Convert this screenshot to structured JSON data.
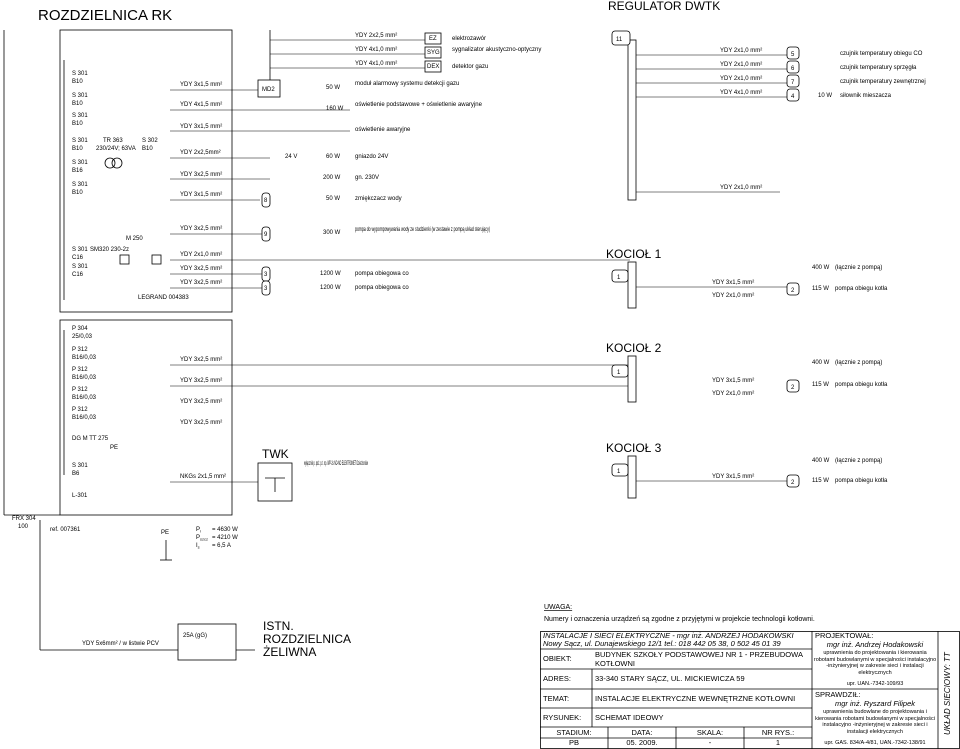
{
  "titles": {
    "main": "ROZDZIELNICA RK",
    "regulator": "REGULATOR DWTK",
    "kociol1": "KOCIOŁ 1",
    "kociol2": "KOCIOŁ 2",
    "kociol3": "KOCIOŁ 3",
    "twk": "TWK",
    "istn": "ISTN. ROZDZIELNICA ŻELIWNA"
  },
  "breakers_top": [
    {
      "name": "S 301",
      "rating": "B10"
    },
    {
      "name": "S 301",
      "rating": "B10"
    },
    {
      "name": "S 301",
      "rating": "B10"
    },
    {
      "name": "S 301",
      "rating": "B10"
    },
    {
      "name": "S 301",
      "rating": "B16"
    },
    {
      "name": "S 301",
      "rating": "B10"
    },
    {
      "name": "S 301",
      "rating": "C16"
    },
    {
      "name": "S 301",
      "rating": "C16"
    }
  ],
  "transformer": {
    "name": "TR 363",
    "rating": "230/24V; 63VA",
    "breaker": "S 302",
    "breaker_rating": "B10"
  },
  "relay": "M 250",
  "timer": "SM320 230-2z",
  "legrand": "LEGRAND 004383",
  "breakers_p": [
    {
      "name": "P 304",
      "rating": "25/0,03"
    },
    {
      "name": "P 312",
      "rating": "B16/0,03"
    },
    {
      "name": "P 312",
      "rating": "B16/0,03"
    },
    {
      "name": "P 312",
      "rating": "B16/0,03"
    },
    {
      "name": "P 312",
      "rating": "B16/0,03"
    }
  ],
  "dg": "DG M TT 275",
  "pe": "PE",
  "b6": {
    "name": "S 301",
    "rating": "B6"
  },
  "l301": "L-301",
  "frx": {
    "name": "FRX 304",
    "rating": "100"
  },
  "ref": "ref. 007361",
  "md2": "MD2",
  "cables_top": [
    "YDY 2x2,5 mm²",
    "YDY 4x1,0 mm²",
    "YDY 4x1,0 mm²"
  ],
  "det_box": [
    "EZ",
    "SYG",
    "DEX"
  ],
  "det_labels": [
    "elektrozawór",
    "sygnalizator akustyczno-optyczny",
    "detektor gazu"
  ],
  "circuits": [
    {
      "cable": "YDY 3x1,5 mm²",
      "power": "50 W",
      "desc": "moduł alarmowy systemu detekcji gazu"
    },
    {
      "cable": "YDY 4x1,5 mm²",
      "power": "160 W",
      "desc": "oświetlenie podstawowe + oświetlenie awaryjne"
    },
    {
      "cable": "YDY 3x1,5 mm²",
      "power": "",
      "desc": "oświetlenie awaryjne"
    },
    {
      "cable": "YDY 2x2,5mm²",
      "power": "60 W",
      "desc": "gniazdo 24V"
    },
    {
      "cable": "YDY 3x2,5 mm²",
      "power": "200 W",
      "desc": "gn. 230V"
    },
    {
      "cable": "YDY 3x1,5 mm²",
      "power": "50 W",
      "desc": "zmiękczacz wody"
    },
    {
      "cable": "YDY 3x2,5 mm²",
      "power": "300 W",
      "desc": "pompa do wypompowywania wody ze studzienki (w zestawie z pompą układ sterujący)"
    }
  ],
  "v24": "24 V",
  "pumps": [
    {
      "cable": "YDY 2x1,0 mm²",
      "power": "",
      "desc": ""
    },
    {
      "cable": "YDY 3x2,5 mm²",
      "power": "1200 W",
      "desc": "pompa obiegowa co"
    },
    {
      "cable": "YDY 3x2,5 mm²",
      "power": "1200 W",
      "desc": "pompa obiegowa co"
    }
  ],
  "k2_cables": [
    "YDY 3x2,5 mm²",
    "YDY 3x2,5 mm²",
    "YDY 3x2,5 mm²",
    "YDY 3x2,5 mm²"
  ],
  "nkgs": "NKGs 2x1,5 mm²",
  "switch_desc": "wyłącznik p. poż. p.t. np. WP-2s NO-NO ELEKTROMET Dzierżoniów",
  "power_summary": {
    "p_i": "= 4630 W",
    "p_szcz": "= 4210 W",
    "i_s": "= 6,5 A"
  },
  "power_labels": {
    "p_i": "P",
    "p_i_sub": "i",
    "p_szcz": "P",
    "p_szcz_sub": "szcz",
    "i_s": "I",
    "i_s_sub": "s"
  },
  "istn_cable": "YDY 5x6mm² / w listwie PCV",
  "fuse": "25A (gG)",
  "regulator_cables": [
    "YDY 2x1,0 mm²",
    "YDY 2x1,0 mm²",
    "YDY 2x1,0 mm²",
    "YDY 4x1,0 mm²",
    "YDY 2x1,0 mm²"
  ],
  "terminals": [
    "11",
    "5",
    "6",
    "7",
    "4"
  ],
  "sensors": [
    "czujnik temperatury obiegu CO",
    "czujnik temperatury sprzęgła",
    "czujnik temperatury zewnętrznej",
    "siłownik mieszacza"
  ],
  "sensor_power": "10 W",
  "kociol_rows": {
    "cable_a": "YDY 3x1,5 mm²",
    "cable_b": "YDY 2x1,0 mm²",
    "power_a": "400 W",
    "desc_a": "(łącznie z pompą)",
    "power_b": "115 W",
    "desc_b": "pompa obiegu kotła",
    "t1": "1",
    "t2": "2"
  },
  "nums": {
    "n3": "3",
    "n8": "8",
    "n9": "9"
  },
  "note": {
    "title": "UWAGA:",
    "text": "Numery i oznaczenia urządzeń są zgodne z przyjętymi w projekcie technologii kotłowni."
  },
  "title_block": {
    "company": "INSTALACJE I SIECI ELEKTRYCZNE - mgr inż. ANDRZEJ HODAKOWSKI",
    "address_co": "Nowy Sącz, ul. Dunajewskiego 12/1   tel.: 018 442 05 38,  0 502 45 01 39",
    "obiekt_label": "OBIEKT:",
    "obiekt": "BUDYNEK SZKOŁY PODSTAWOWEJ NR 1 - PRZEBUDOWA KOTŁOWNI",
    "adres_label": "ADRES:",
    "adres": "33-340 STARY SĄCZ, UL. MICKIEWICZA 59",
    "temat_label": "TEMAT:",
    "temat": "INSTALACJE ELEKTRYCZNE WEWNĘTRZNE KOTŁOWNI",
    "rysunek_label": "RYSUNEK:",
    "rysunek": "SCHEMAT IDEOWY",
    "stadium_label": "STADIUM:",
    "data_label": "DATA:",
    "skala_label": "SKALA:",
    "nr_label": "NR RYS.:",
    "stadium": "PB",
    "data": "05. 2009.",
    "skala": "-",
    "nr": "1",
    "projektowal_label": "PROJEKTOWAŁ:",
    "projektowal": "mgr inż. Andrzej Hodakowski",
    "proj_desc": "uprawnienia do projektowania i kierowania robotami budowlanymi w specjalności instalacyjno -inżynieryjnej w zakresie sieci i instalacji elektrycznych",
    "proj_upr": "upr. UAN.-7342-109/93",
    "sprawdzil_label": "SPRAWDZIŁ:",
    "sprawdzil": "mgr inż. Ryszard Filipek",
    "spr_desc": "uprawnienia budowlane do projektowania i kierowania robotami budowlanymi w specjalności instalacyjno -inżynieryjnej w zakresie sieci i instalacji elektrycznych",
    "spr_upr": "upr. GAS. 834/A-4/81, UAN.-7342-138/91",
    "side": "UKŁAD SIECIOWY: TT"
  }
}
